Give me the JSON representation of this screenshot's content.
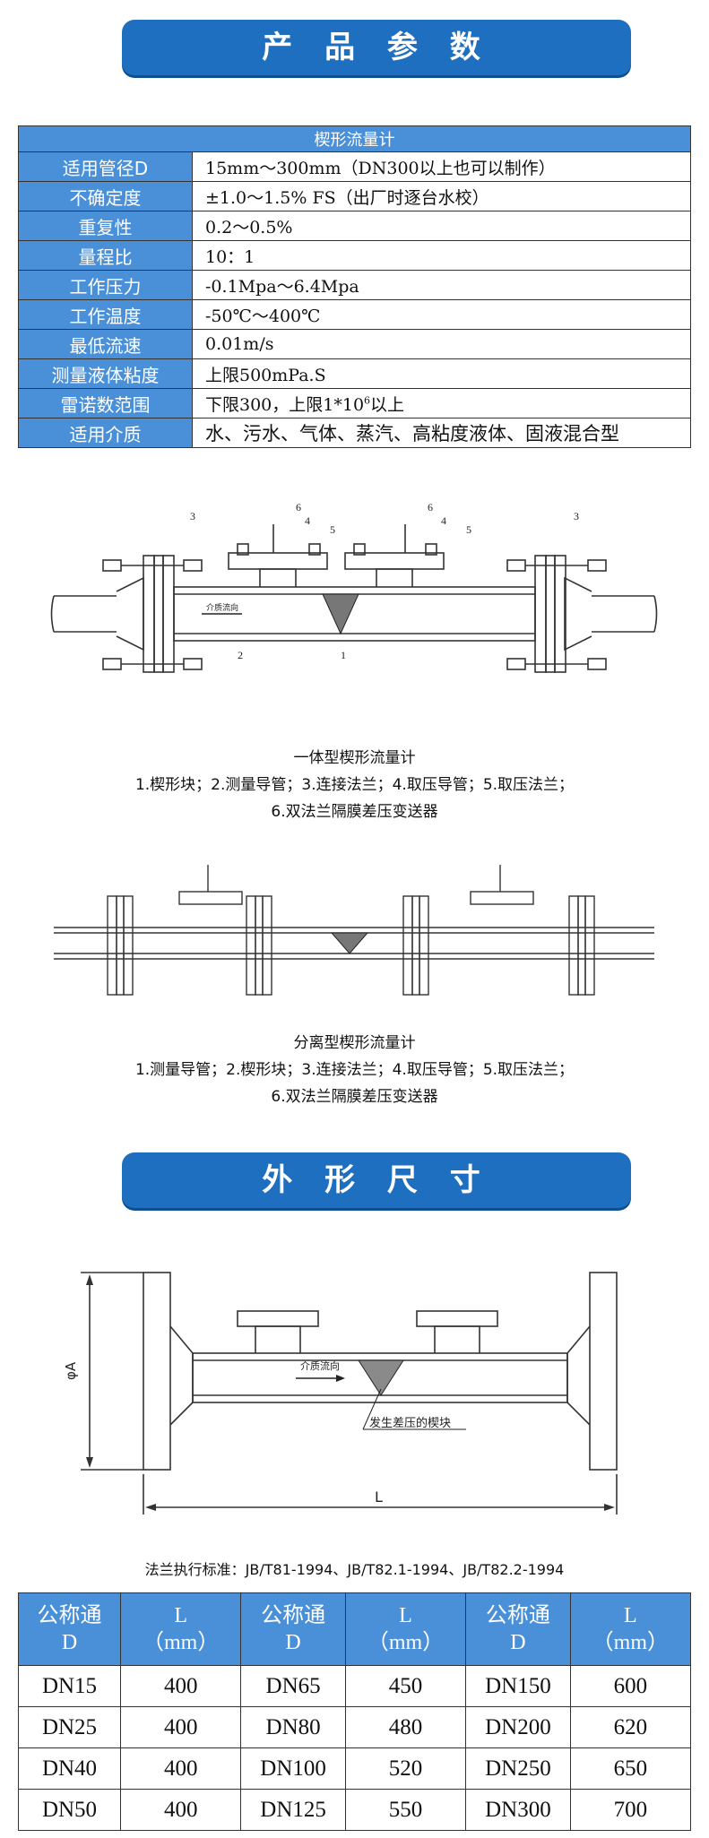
{
  "sections": {
    "params_title": "产 品 参 数",
    "dims_title": "外 形 尺 寸"
  },
  "params_table": {
    "header": "楔形流量计",
    "rows": [
      {
        "label": "适用管径D",
        "value": "15mm～300mm（DN300以上也可以制作）"
      },
      {
        "label": "不确定度",
        "value": "±1.0～1.5% FS（出厂时逐台水校）"
      },
      {
        "label": "重复性",
        "value": "0.2～0.5%"
      },
      {
        "label": "量程比",
        "value": "10：1"
      },
      {
        "label": "工作压力",
        "value": "-0.1Mpa～6.4Mpa"
      },
      {
        "label": "工作温度",
        "value": "-50℃～400℃"
      },
      {
        "label": "最低流速",
        "value": "0.01m/s"
      },
      {
        "label": "测量液体粘度",
        "value": "上限500mPa.S"
      },
      {
        "label": "雷诺数范围",
        "value_pre": "下限300，上限1*10",
        "value_sup": "6",
        "value_post": "以上"
      },
      {
        "label": "适用介质",
        "value": "水、污水、气体、蒸汽、高粘度液体、固液混合型"
      }
    ]
  },
  "figure1": {
    "caption_title": "一体型楔形流量计",
    "caption_line1": "1.楔形块；2.测量导管；3.连接法兰；4.取压导管；5.取压法兰；",
    "caption_line2": "6.双法兰隔膜差压变送器",
    "callouts": [
      "1",
      "2",
      "3",
      "3",
      "4",
      "4",
      "5",
      "5",
      "6",
      "6"
    ],
    "flow_label": "介质流向"
  },
  "figure2": {
    "caption_title": "分离型楔形流量计",
    "caption_line1": "1.测量导管；2.楔形块；3.连接法兰；4.取压导管；5.取压法兰；",
    "caption_line2": "6.双法兰隔膜差压变送器"
  },
  "figure3": {
    "flow_label": "介质流向",
    "wedge_label": "发生差压的楔块",
    "dim_a": "φA",
    "dim_l": "L",
    "standard": "法兰执行标准：JB/T81-1994、JB/T82.1-1994、JB/T82.2-1994"
  },
  "dims_table": {
    "headers": [
      {
        "l1": "公称通",
        "l2": "D"
      },
      {
        "l1": "L",
        "l2": "（mm）"
      },
      {
        "l1": "公称通",
        "l2": "D"
      },
      {
        "l1": "L",
        "l2": "（mm）"
      },
      {
        "l1": "公称通",
        "l2": "D"
      },
      {
        "l1": "L",
        "l2": "（mm）"
      }
    ],
    "rows": [
      [
        "DN15",
        "400",
        "DN65",
        "450",
        "DN150",
        "600"
      ],
      [
        "DN25",
        "400",
        "DN80",
        "480",
        "DN200",
        "620"
      ],
      [
        "DN40",
        "400",
        "DN100",
        "520",
        "DN250",
        "650"
      ],
      [
        "DN50",
        "400",
        "DN125",
        "550",
        "DN300",
        "700"
      ]
    ]
  }
}
